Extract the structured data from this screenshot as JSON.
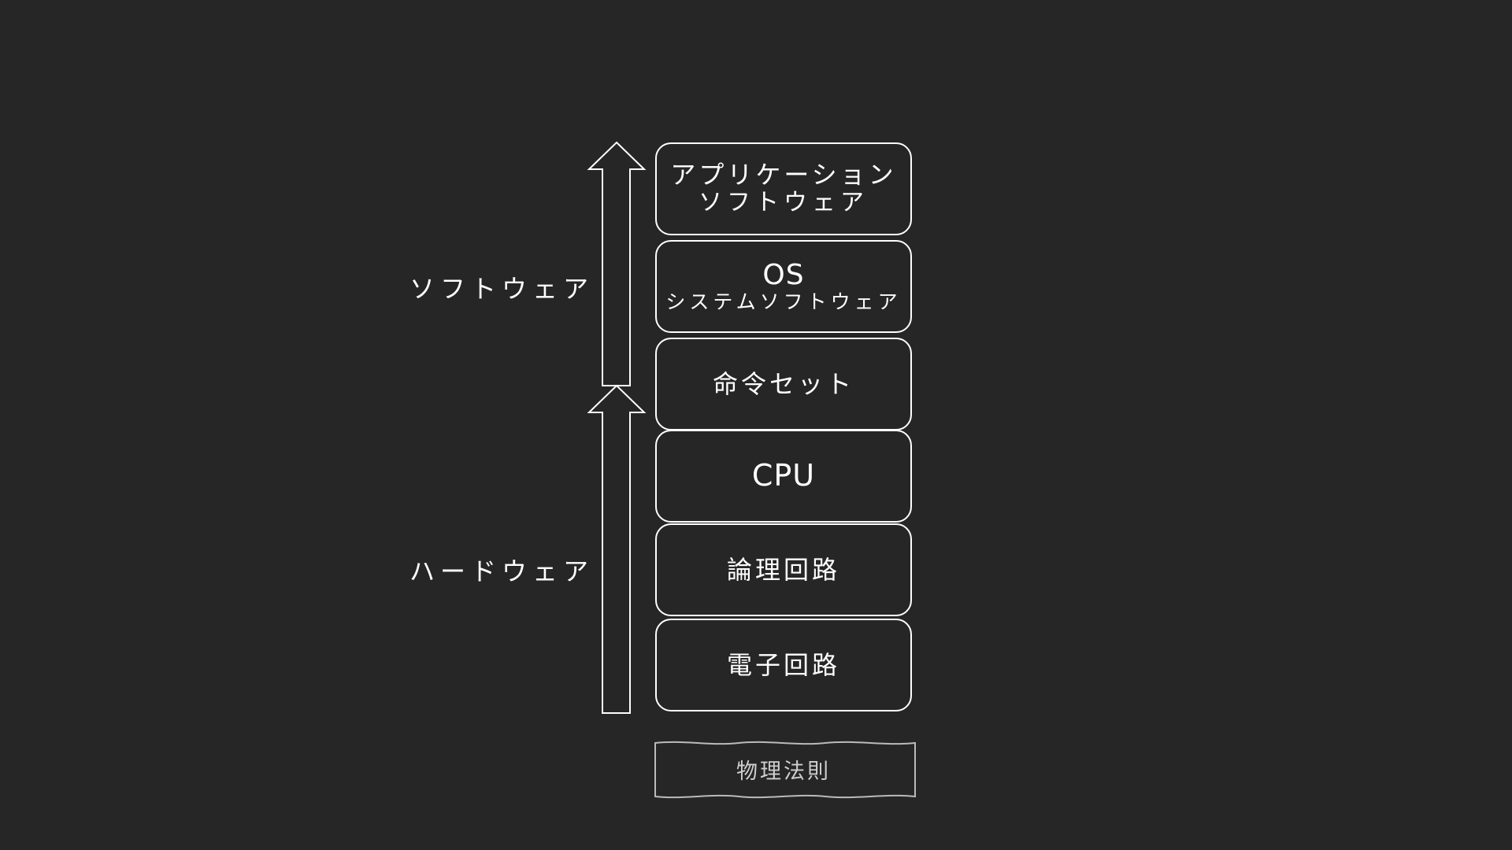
{
  "colors": {
    "background": "#262626",
    "stroke": "#ffffff",
    "foundation_stroke": "#bbbbbb",
    "foundation_text": "#cfcfcf"
  },
  "labels": {
    "software": "ソフトウェア",
    "hardware": "ハードウェア"
  },
  "layers": [
    {
      "line1": "アプリケーション",
      "line2": "ソフトウェア"
    },
    {
      "line1": "OS",
      "line2": "システムソフトウェア"
    },
    {
      "line1": "命令セット"
    },
    {
      "line1": "CPU"
    },
    {
      "line1": "論理回路"
    },
    {
      "line1": "電子回路"
    }
  ],
  "foundation": {
    "label": "物理法則"
  }
}
